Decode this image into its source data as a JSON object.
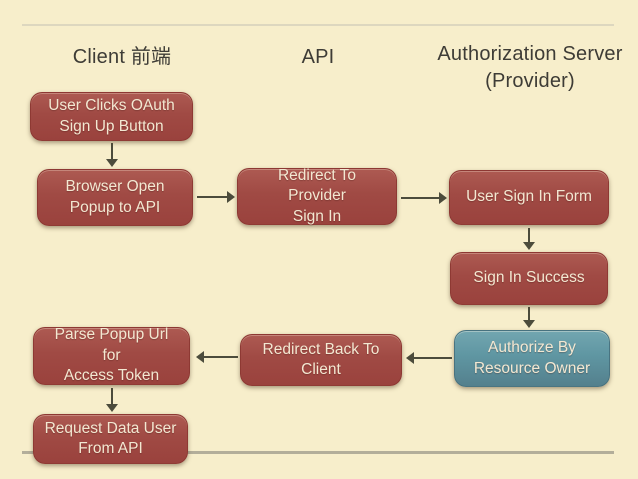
{
  "columns": {
    "client": [
      "Client 前端"
    ],
    "api": [
      "API"
    ],
    "auth_server": [
      "Authorization Server",
      "(Provider)"
    ]
  },
  "nodes": {
    "user_clicks_oauth": [
      "User Clicks OAuth",
      "Sign Up Button"
    ],
    "browser_open_popup": [
      "Browser Open",
      "Popup to API"
    ],
    "redirect_to_provider": [
      "Redirect To Provider",
      "Sign In"
    ],
    "user_sign_in_form": [
      "User Sign In Form"
    ],
    "sign_in_success": [
      "Sign In Success"
    ],
    "authorize_by_resource_owner": [
      "Authorize By",
      "Resource Owner"
    ],
    "redirect_back_to_client": [
      "Redirect Back To",
      "Client"
    ],
    "parse_popup_url": [
      "Parse Popup Url for",
      "Access Token"
    ],
    "request_data_user": [
      "Request Data User",
      "From API"
    ]
  },
  "colors": {
    "background": "#f7eecb",
    "node_red": "#a04a44",
    "node_teal": "#5f96a2",
    "node_text": "#f3e8d2",
    "header_text": "#3e3c36",
    "arrow": "#4c4c3c",
    "divider_top": "#ddd7bf",
    "divider_bottom": "#b3ae9a"
  }
}
